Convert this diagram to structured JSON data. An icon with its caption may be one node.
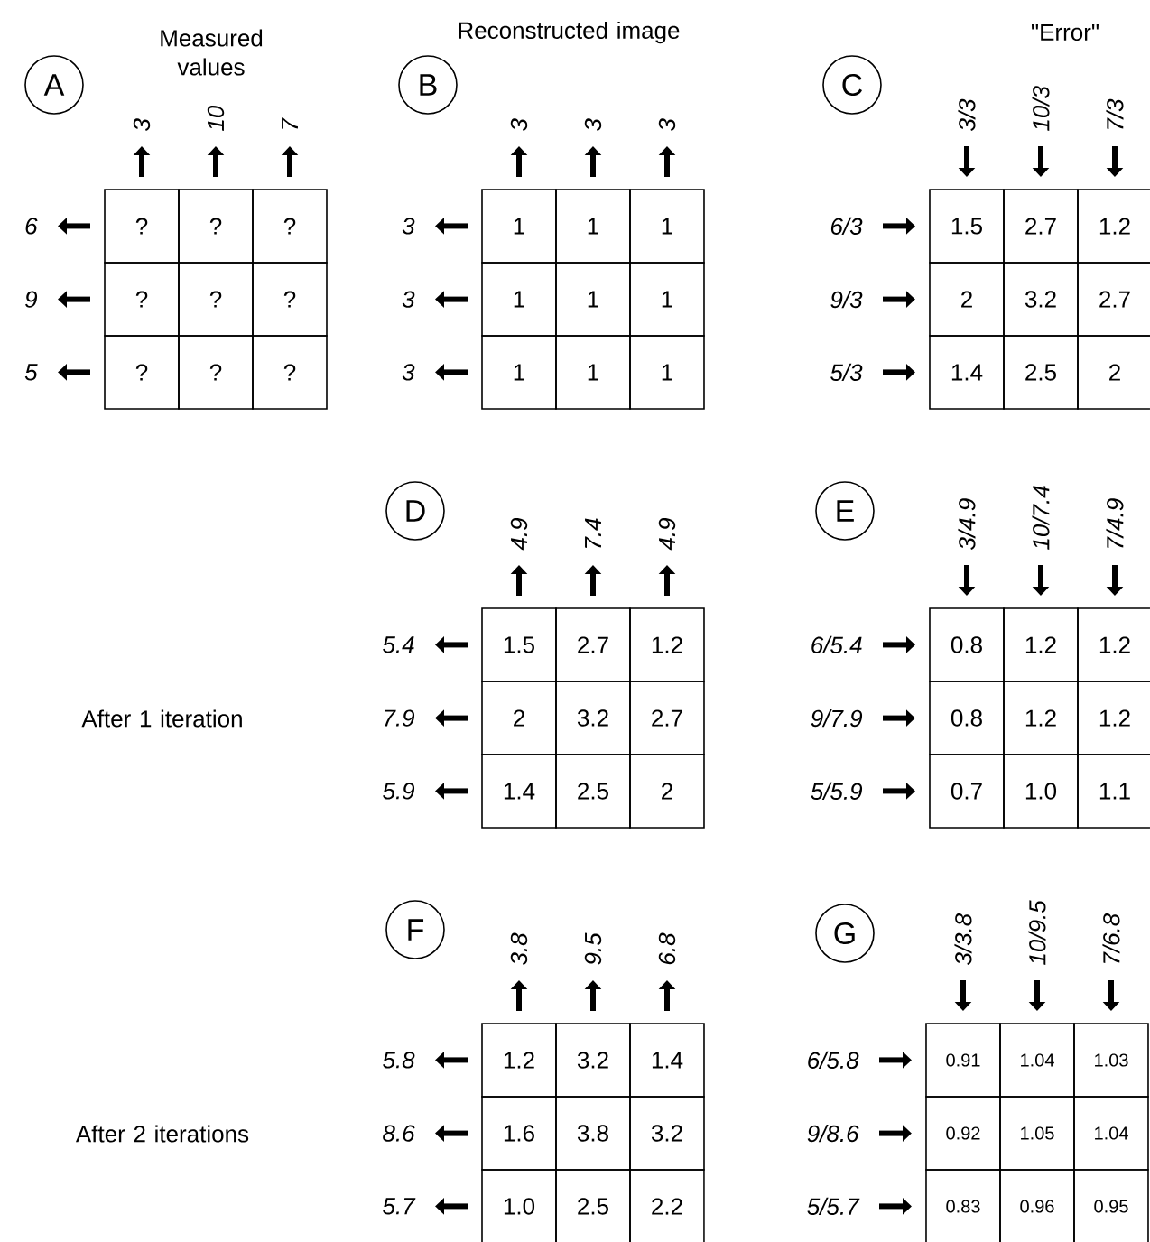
{
  "diagram": {
    "nodes": [
      {
        "text": [
          "A"
        ]
      },
      {
        "text": [
          "B"
        ]
      },
      {
        "text": [
          "C"
        ]
      },
      {
        "text": [
          "D"
        ]
      },
      {
        "text": [
          "E"
        ]
      },
      {
        "text": [
          "F"
        ]
      },
      {
        "text": [
          "G"
        ]
      }
    ],
    "edges": [],
    "labels": [
      "Measured values",
      "Reconstructed image",
      "\"Error\"",
      "3",
      "10",
      "7",
      "6",
      "?",
      "?",
      "?",
      "9",
      "?",
      "?",
      "?",
      "5",
      "?",
      "?",
      "?",
      "3",
      "3",
      "3",
      "3",
      "1",
      "1",
      "1",
      "3",
      "1",
      "1",
      "1",
      "3",
      "1",
      "1",
      "1",
      "3/3",
      "10/3",
      "7/3",
      "6/3",
      "1.5",
      "2.7",
      "1.2",
      "9/3",
      "2",
      "3.2",
      "2.7",
      "5/3",
      "1.4",
      "2.5",
      "2",
      "After 1 iteration",
      "4.9",
      "7.4",
      "4.9",
      "5.4",
      "1.5",
      "2.7",
      "1.2",
      "7.9",
      "2",
      "3.2",
      "2.7",
      "5.9",
      "1.4",
      "2.5",
      "2",
      "3/4.9",
      "10/7.4",
      "7/4.9",
      "6/5.4",
      "0.8",
      "1.2",
      "1.2",
      "9/7.9",
      "0.8",
      "1.2",
      "1.2",
      "5/5.9",
      "0.7",
      "1.0",
      "1.1",
      "After 2 iterations",
      "3.8",
      "9.5",
      "6.8",
      "5.8",
      "1.2",
      "3.2",
      "1.4",
      "8.6",
      "1.6",
      "3.8",
      "3.2",
      "5.7",
      "1.0",
      "2.5",
      "2.2",
      "3/3.8",
      "10/9.5",
      "7/6.8",
      "6/5.8",
      "0.91",
      "1.04",
      "1.03",
      "9/8.6",
      "0.92",
      "1.05",
      "1.04",
      "5/5.7",
      "0.83",
      "0.96",
      "0.95"
    ]
  }
}
